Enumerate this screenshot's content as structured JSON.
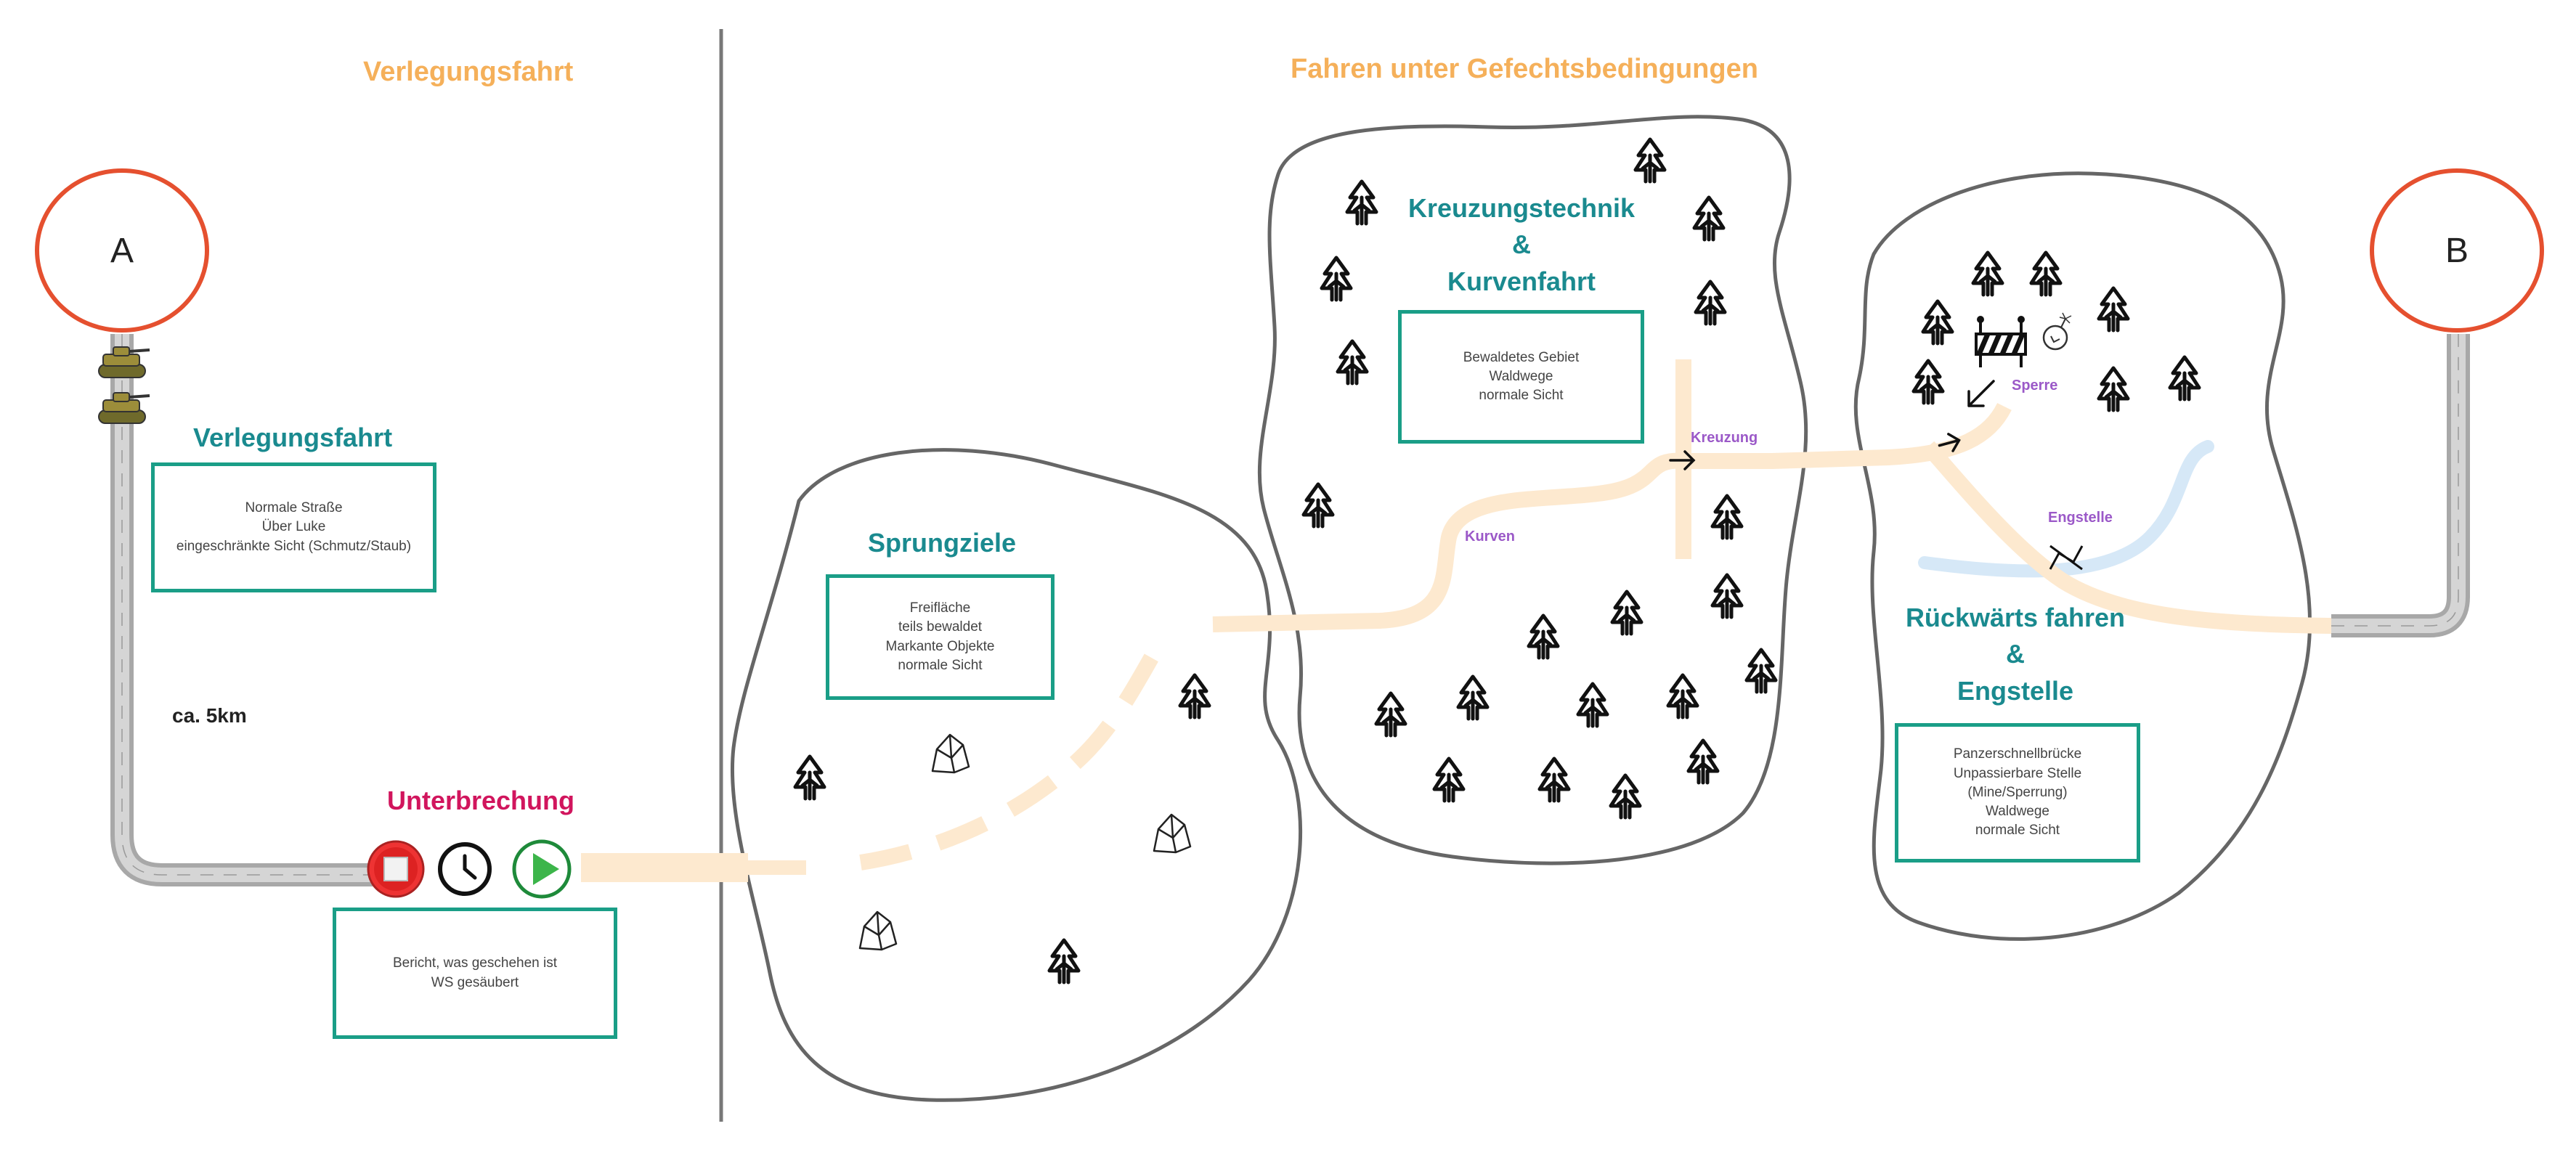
{
  "headings": {
    "left": "Verlegungsfahrt",
    "right": "Fahren unter Gefechtsbedingungen"
  },
  "nodes": {
    "start": "A",
    "end": "B"
  },
  "sections": {
    "verlegung": {
      "title": "Verlegungsfahrt",
      "lines": [
        "Normale Straße",
        "Über Luke",
        "eingeschränkte Sicht (Schmutz/Staub)"
      ]
    },
    "distance": "ca. 5km",
    "unterbrechung": {
      "title": "Unterbrechung",
      "lines": [
        "Bericht, was geschehen ist",
        "WS gesäubert"
      ]
    },
    "sprungziele": {
      "title": "Sprungziele",
      "lines": [
        "Freifläche",
        "teils bewaldet",
        "Markante Objekte",
        "normale Sicht"
      ]
    },
    "kreuzung": {
      "title_lines": [
        "Kreuzungstechnik",
        "&",
        "Kurvenfahrt"
      ],
      "lines": [
        "Bewaldetes Gebiet",
        "Waldwege",
        "normale Sicht"
      ]
    },
    "rueckwaerts": {
      "title_lines": [
        "Rückwärts fahren",
        "&",
        "Engstelle"
      ],
      "lines": [
        "Panzerschnellbrücke",
        "Unpassierbare Stelle",
        "(Mine/Sperrung)",
        "Waldwege",
        "normale Sicht"
      ]
    }
  },
  "map_labels": {
    "kurven": "Kurven",
    "kreuzung": "Kreuzung",
    "engstelle": "Engstelle",
    "sperre": "Sperre"
  },
  "icons": [
    "tank-icon",
    "stop-button-icon",
    "clock-icon",
    "play-button-icon",
    "tree-icon",
    "rock-icon",
    "barrier-icon",
    "mine-icon",
    "arrow-icon",
    "bridge-icon"
  ],
  "colors": {
    "heading": "#f5b05a",
    "section_title": "#1a8a8f",
    "interruption": "#d1155d",
    "box_border": "#1a9e87",
    "node_ring": "#e5502f",
    "path": "#fde9cf",
    "water": "#d6e8f7",
    "label": "#9b59c8"
  }
}
